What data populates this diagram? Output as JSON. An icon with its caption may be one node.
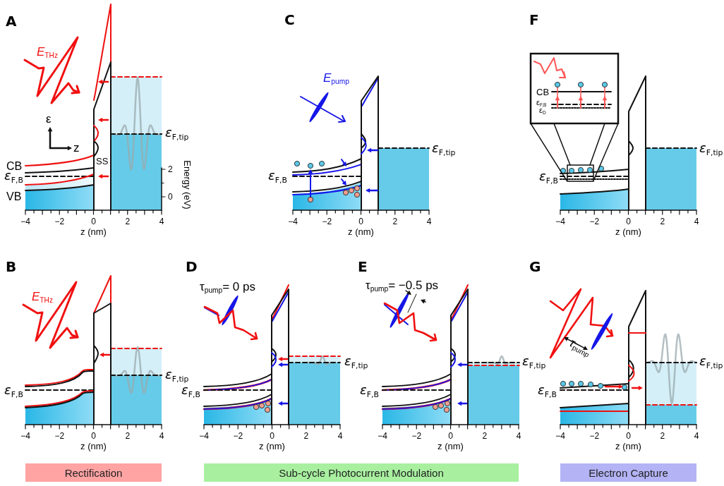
{
  "diagram": {
    "nodes": [
      {
        "text": [
          "Rectification"
        ]
      },
      {
        "text": [
          "Sub-cycle Photocurrent Modulation"
        ]
      },
      {
        "text": [
          "Electron Capture"
        ]
      }
    ],
    "labels": [
      "A",
      "*E*$_{THz}$",
      "ε",
      "z",
      "CB",
      "SS",
      "ε$_{F,B}$",
      "ε$_{F,tip}$",
      "VB",
      "2",
      "0",
      "Energy (eV)",
      "−4",
      "−2",
      "0",
      "2",
      "4",
      "z (nm)",
      "C",
      "*E*$_{pump}$",
      "ε$_{F,tip}$",
      "ε$_{F,B}$",
      "−4",
      "−2",
      "0",
      "2",
      "4",
      "z (nm)",
      "F",
      "CB",
      "ε$_{F,B}$",
      "ε$_{D}$",
      "ε$_{F,tip}$",
      "ε$_{F,B}$",
      "−4",
      "−2",
      "0",
      "2",
      "4",
      "z (nm)",
      "B",
      "*E*$_{THz}$",
      "ε$_{F,tip}$",
      "ε$_{F,B}$",
      "−4",
      "−2",
      "0",
      "2",
      "4",
      "z (nm)",
      "D",
      "τ$_{pump}$= 0 ps",
      "ε$_{F,tip}$",
      "ε$_{F,B}$",
      "−4",
      "−2",
      "0",
      "2",
      "4",
      "z (nm)",
      "E",
      "τ$_{pump}$= −0.5 ps",
      "ε$_{F,tip}$",
      "ε$_{F,B}$",
      "−4",
      "−2",
      "0",
      "2",
      "4",
      "z (nm)",
      "G",
      "*τ*$_{pump}$",
      "ε$_{F,tip}$",
      "ε$_{F,B}$",
      "−4",
      "−2",
      "0",
      "2",
      "4",
      "z (nm)"
    ]
  }
}
